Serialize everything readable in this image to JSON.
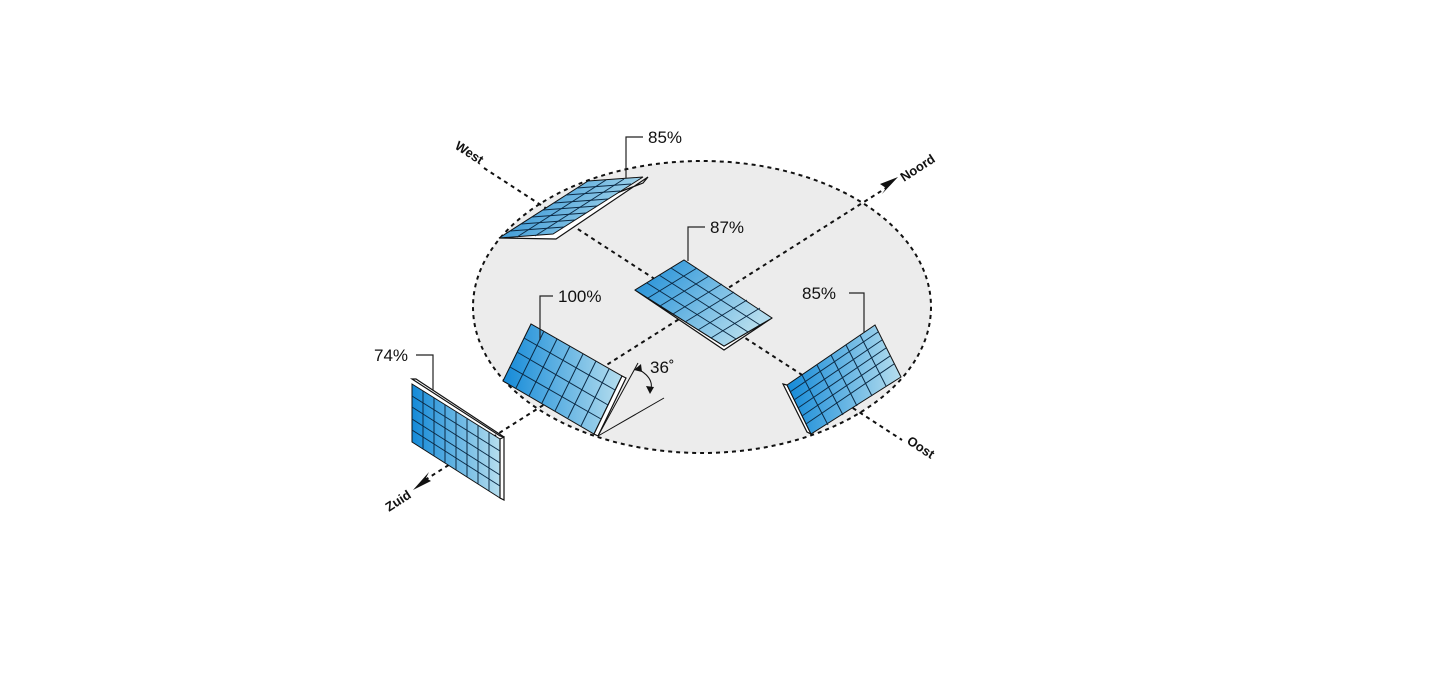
{
  "directions": {
    "north": "Noord",
    "south": "Zuid",
    "east": "Oost",
    "west": "West"
  },
  "panels": {
    "west": {
      "efficiency": "85%"
    },
    "center_flat": {
      "efficiency": "87%"
    },
    "south_optimal": {
      "efficiency": "100%"
    },
    "east": {
      "efficiency": "85%"
    },
    "south_vertical": {
      "efficiency": "74%"
    }
  },
  "tilt_angle": "36˚",
  "colors": {
    "ground_fill": "#ececec",
    "panel_dark": "#1f8fd6",
    "panel_light": "#a8d6ea",
    "grid": "#0b2a45"
  }
}
